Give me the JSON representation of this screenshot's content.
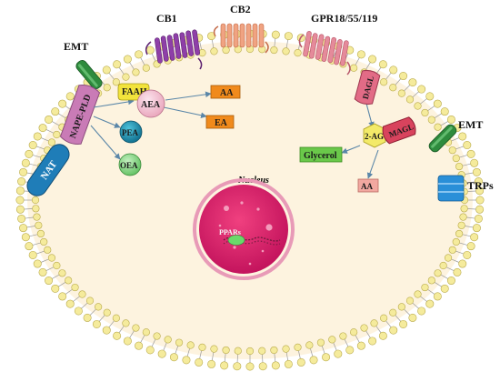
{
  "labels": {
    "cb1": "CB1",
    "cb2": "CB2",
    "gpr": "GPR18/55/119",
    "emt_left": "EMT",
    "emt_right": "EMT",
    "trps": "TRPs",
    "nat": "NAT",
    "nape_pld": "NAPE-PLD",
    "faah": "FAAH",
    "aea": "AEA",
    "aa_top": "AA",
    "ea": "EA",
    "pea": "PEA",
    "oea": "OEA",
    "dagl": "DAGL",
    "two_ag": "2-AG",
    "magl": "MAGL",
    "glycerol": "Glycerol",
    "aa_right": "AA",
    "nucleus": "Nucleus",
    "ppars": "PPARs"
  },
  "colors": {
    "cytoplasm": "#fdf3df",
    "bead": "#f5eb9c",
    "bead_stroke": "#b8a94a",
    "tail": "#9a9a9a",
    "nucleus": "#d91a66",
    "cb1": "#8e3fa8",
    "cb2": "#f0a382",
    "gpr": "#e58a9a",
    "emt": "#2e8b3d",
    "trps": "#2a8fd8",
    "nat": "#1f7db8",
    "nape_pld": "#c97bb6",
    "faah": "#f2e33c",
    "aea": "#f3c5d4",
    "aa_top": "#f08a1c",
    "ea": "#f08a1c",
    "pea": "#1c8aaa",
    "oea": "#7ed37e",
    "dagl": "#e26b86",
    "two_ag": "#f3ea68",
    "magl": "#d8435d",
    "glycerol": "#6ac84a",
    "aa_right": "#f2a8a0",
    "arrow": "#5a86a8"
  }
}
